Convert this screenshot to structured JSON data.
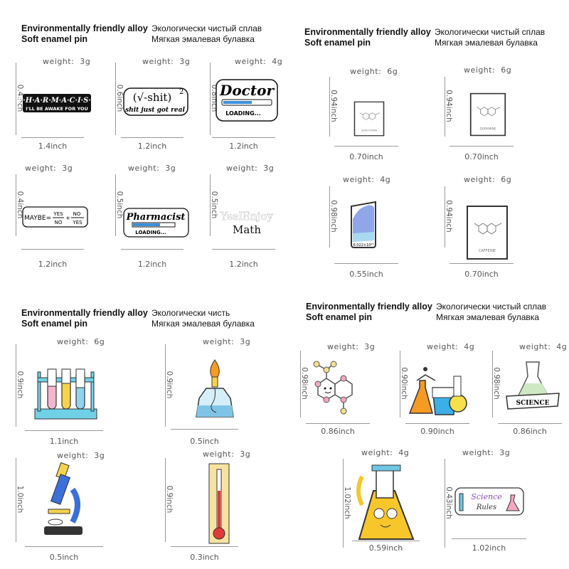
{
  "panels": [
    {
      "header": {
        "en_line1": "Environmentally friendly alloy",
        "en_line2": "Soft enamel pin",
        "ru_line1": "Экологически чистый сплав",
        "ru_line2": "Мягкая эмалевая булавка"
      },
      "items": [
        {
          "weight": "weight:  3g",
          "height": "0.4inch",
          "width": "1.4inch",
          "pin": "pharmacist-friends",
          "texts": [
            "P·H·A·R·M·A·C·I·S·T",
            "I'LL BE AWAKE FOR YOU"
          ]
        },
        {
          "weight": "weight:  3g",
          "height": "0.6inch",
          "width": "1.2inch",
          "pin": "sqrt",
          "texts": [
            "(√-shit)",
            "2",
            "shit just got real"
          ]
        },
        {
          "weight": "weight:  4g",
          "height": "0.8inch",
          "width": "1.2inch",
          "pin": "doctor",
          "texts": [
            "Doctor",
            "LOADING..."
          ]
        },
        {
          "weight": "weight:  3g",
          "height": "0.4inch",
          "width": "1.2inch",
          "pin": "maybe",
          "texts": [
            "MAYBE=",
            "YES",
            "NO",
            "+",
            "NO",
            "YES"
          ]
        },
        {
          "weight": "weight:  3g",
          "height": "0.5inch",
          "width": "1.2inch",
          "pin": "pharmacist-loading",
          "texts": [
            "Pharmacist",
            "LOADING..."
          ]
        },
        {
          "weight": "weight:  3g",
          "height": "0.5inch",
          "width": "1.2inch",
          "pin": "math",
          "texts": [
            "YesIEnjoy",
            "Math"
          ]
        }
      ]
    },
    {
      "header": {
        "en_line1": "Environmentally friendly alloy",
        "en_line2": "Soft enamel pin",
        "ru_line1": "Экологически чистый сплав",
        "ru_line2": "Мягкая эмалевая булавка"
      },
      "items": [
        {
          "weight": "weight:  6g",
          "height": "0.94inch",
          "width": "0.70inch",
          "pin": "card",
          "texts": [
            "SEROTONIN"
          ]
        },
        {
          "weight": "weight:  6g",
          "height": "0.94inch",
          "width": "0.70inch",
          "pin": "card",
          "texts": [
            "DOPAMINE"
          ]
        },
        {
          "weight": "weight:  4g",
          "height": "0.98inch",
          "width": "0.55inch",
          "pin": "avogadro",
          "texts": [
            "6.022×10²³"
          ]
        },
        {
          "weight": "weight:  6g",
          "height": "0.94inch",
          "width": "0.70inch",
          "pin": "card",
          "texts": [
            "CAFFEINE"
          ]
        }
      ]
    },
    {
      "header": {
        "en_line1": "Environmentally friendly alloy",
        "en_line2": "Soft enamel pin",
        "ru_line1": "Экологически чисть",
        "ru_line2": "Мягкая эмалевая булавка"
      },
      "items": [
        {
          "weight": "weight:  6g",
          "height": "0.9inch",
          "width": "1.1inch",
          "pin": "test-tubes",
          "texts": []
        },
        {
          "weight": "weight:  3g",
          "height": "0.9inch",
          "width": "0.5inch",
          "pin": "burner",
          "texts": []
        },
        {
          "weight": "weight:  3g",
          "height": "1.0inch",
          "width": "0.5inch",
          "pin": "microscope",
          "texts": []
        },
        {
          "weight": "weight:  3g",
          "height": "0.9inch",
          "width": "0.3inch",
          "pin": "thermometer",
          "texts": []
        }
      ]
    },
    {
      "header": {
        "en_line1": "Environmentally friendly alloy",
        "en_line2": "Soft enamel pin",
        "ru_line1": "Экологически чистый сплав",
        "ru_line2": "Мягкая эмалевая булавка"
      },
      "items": [
        {
          "weight": "weight:  3g",
          "height": "0.98inch",
          "width": "0.86inch",
          "pin": "molecule",
          "texts": []
        },
        {
          "weight": "weight:  4g",
          "height": "0.90inch",
          "width": "0.90inch",
          "pin": "flasks",
          "texts": []
        },
        {
          "weight": "weight:  4g",
          "height": "0.98inch",
          "width": "0.86inch",
          "pin": "science-flask",
          "texts": [
            "SCIENCE"
          ]
        },
        {
          "weight": "weight:  4g",
          "height": "1.02inch",
          "width": "0.59inch",
          "pin": "flask-character",
          "texts": []
        },
        {
          "weight": "weight:  3g",
          "height": "0.43inch",
          "width": "1.02inch",
          "pin": "science-rules",
          "texts": [
            "Science",
            "Rules"
          ]
        }
      ]
    }
  ],
  "colors": {
    "line": "#999999",
    "blue": "#3b8fd9",
    "pink": "#f2a7c3",
    "yellow": "#f5d867",
    "orange": "#f59a23",
    "green": "#cfe8c4"
  }
}
